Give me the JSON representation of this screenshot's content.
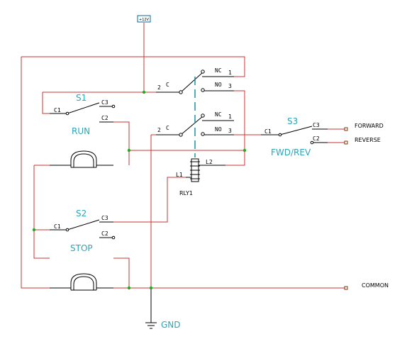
{
  "supply": {
    "label": "+12V"
  },
  "relay": {
    "name": "RLY1",
    "coil_pins": [
      "L1",
      "L2"
    ]
  },
  "relay_pole1": {
    "common": "C",
    "common_num": "2",
    "nc": "NC",
    "nc_num": "1",
    "no": "NO",
    "no_num": "3"
  },
  "relay_pole2": {
    "common": "C",
    "common_num": "2",
    "nc": "NC",
    "nc_num": "1",
    "no": "NO",
    "no_num": "3"
  },
  "s1": {
    "name": "S1",
    "function": "RUN",
    "pins": [
      "C1",
      "C3",
      "C2"
    ]
  },
  "s2": {
    "name": "S2",
    "function": "STOP",
    "pins": [
      "C1",
      "C3",
      "C2"
    ]
  },
  "s3": {
    "name": "S3",
    "function": "FWD/REV",
    "pins": [
      "C1",
      "C3",
      "C2"
    ]
  },
  "outputs": {
    "forward": "FORWARD",
    "reverse": "REVERSE",
    "common": "COMMON"
  },
  "ground": {
    "label": "GND"
  },
  "colors": {
    "wire": "#cc3333",
    "symbol": "#000000",
    "label": "#2aa6b8",
    "junction": "#22aa22",
    "linkage": "#0a8a9a"
  }
}
